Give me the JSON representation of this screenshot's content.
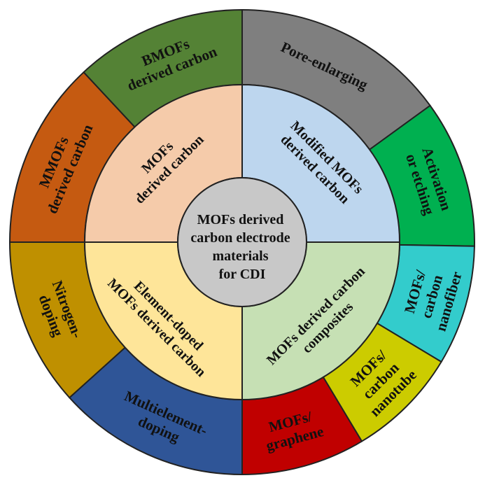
{
  "center": {
    "lines": [
      "MOFs derived",
      "carbon electrode",
      "materials",
      "for CDI"
    ],
    "color": "#c8c8c8"
  },
  "inner_segments": [
    {
      "id": "mofs-derived-carbon",
      "lines": [
        "MOFs",
        "derived carbon"
      ],
      "color": "#f5cbaa"
    },
    {
      "id": "modified-mofs-derived-carbon",
      "lines": [
        "Modified MOFs",
        "derived carbon"
      ],
      "color": "#bdd6ee"
    },
    {
      "id": "mofs-derived-carbon-composites",
      "lines": [
        "MOFs derived carbon",
        "composites"
      ],
      "color": "#c6e0b4"
    },
    {
      "id": "element-doped-mofs-derived-carbon",
      "lines": [
        "Element-doped",
        "MOFs derived carbon"
      ],
      "color": "#fee599"
    }
  ],
  "outer_segments": [
    {
      "id": "pore-enlarging",
      "lines": [
        "Pore-enlarging"
      ],
      "color": "#7f7f7f"
    },
    {
      "id": "activation-or-etching",
      "lines": [
        "Activation",
        "or etching"
      ],
      "color": "#00b050"
    },
    {
      "id": "mofs-carbon-nanofiber",
      "lines": [
        "MOFs/",
        "carbon",
        "nanofiber"
      ],
      "color": "#33cccc"
    },
    {
      "id": "mofs-carbon-nanotube",
      "lines": [
        "MOFs/",
        "carbon",
        "nanotube"
      ],
      "color": "#cccc00"
    },
    {
      "id": "mofs-graphene",
      "lines": [
        "MOFs/",
        "graphene"
      ],
      "color": "#c00000"
    },
    {
      "id": "multielement-doping",
      "lines": [
        "Multielement-",
        "doping"
      ],
      "color": "#2f5597"
    },
    {
      "id": "nitrogen-doping",
      "lines": [
        "Nitrogen-",
        "doping"
      ],
      "color": "#bf9000"
    },
    {
      "id": "mmofs-derived-carbon",
      "lines": [
        "MMOFs",
        "derived carbon"
      ],
      "color": "#c55a11"
    },
    {
      "id": "bmofs-derived-carbon",
      "lines": [
        "BMOFs",
        "derived carbon"
      ],
      "color": "#548235"
    }
  ]
}
